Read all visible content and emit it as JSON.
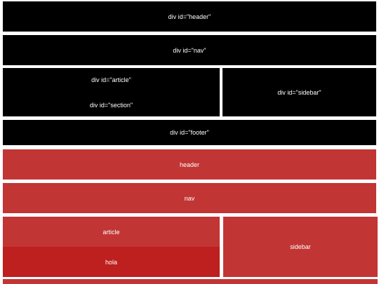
{
  "colors": {
    "top_block_bg": "#000000",
    "bottom_block_bg": "#c23535",
    "section_block_bg": "#be1f1f",
    "text": "#ffffff",
    "page_bg": "#ffffff"
  },
  "top_layout": {
    "header_label": "div id=\"header\"",
    "nav_label": "div id=\"nav\"",
    "article_label": "div id=\"article\"",
    "section_label": "div id=\"section\"",
    "sidebar_label": "div id=\"sidebar\"",
    "footer_label": "div id=\"footer\""
  },
  "bottom_layout": {
    "header_label": "header",
    "nav_label": "nav",
    "article_label": "article",
    "section_label": "hola",
    "sidebar_label": "sidebar"
  }
}
